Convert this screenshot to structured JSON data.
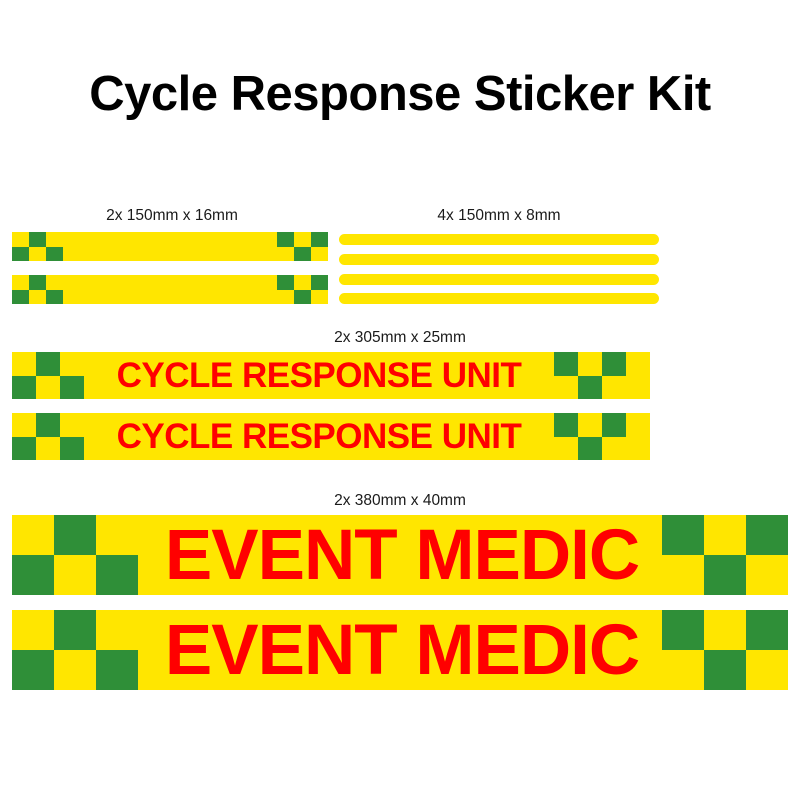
{
  "page": {
    "title": "Cycle Response Sticker Kit",
    "background_color": "#FFFFFF"
  },
  "palette": {
    "yellow": "#FFE600",
    "green": "#2F8F38",
    "red": "#FF0000",
    "black": "#000000"
  },
  "groups": [
    {
      "id": "group-150x16",
      "label": "2x 150mm x 16mm",
      "quantity": 2,
      "size": "150mm x 16mm",
      "style": "battenberg-checker",
      "text": ""
    },
    {
      "id": "group-150x8",
      "label": "4x 150mm x 8mm",
      "quantity": 4,
      "size": "150mm x 8mm",
      "style": "plain-yellow-rounded",
      "text": ""
    },
    {
      "id": "group-305x25",
      "label": "2x 305mm x 25mm",
      "quantity": 2,
      "size": "305mm x 25mm",
      "style": "battenberg-checker-with-text",
      "text": "CYCLE RESPONSE UNIT"
    },
    {
      "id": "group-380x40",
      "label": "2x 380mm x 40mm",
      "quantity": 2,
      "size": "380mm x 40mm",
      "style": "battenberg-checker-with-text",
      "text": "EVENT MEDIC"
    }
  ],
  "stickers": {
    "small_16mm": {
      "label_1": "2x 150mm x 16mm"
    },
    "small_8mm": {
      "label_1": "4x 150mm x 8mm"
    },
    "unit": {
      "label": "2x 305mm x 25mm",
      "text_1": "CYCLE RESPONSE UNIT",
      "text_2": "CYCLE RESPONSE UNIT"
    },
    "medic": {
      "label": "2x 380mm x 40mm",
      "text_1": "EVENT MEDIC",
      "text_2": "EVENT MEDIC"
    }
  }
}
